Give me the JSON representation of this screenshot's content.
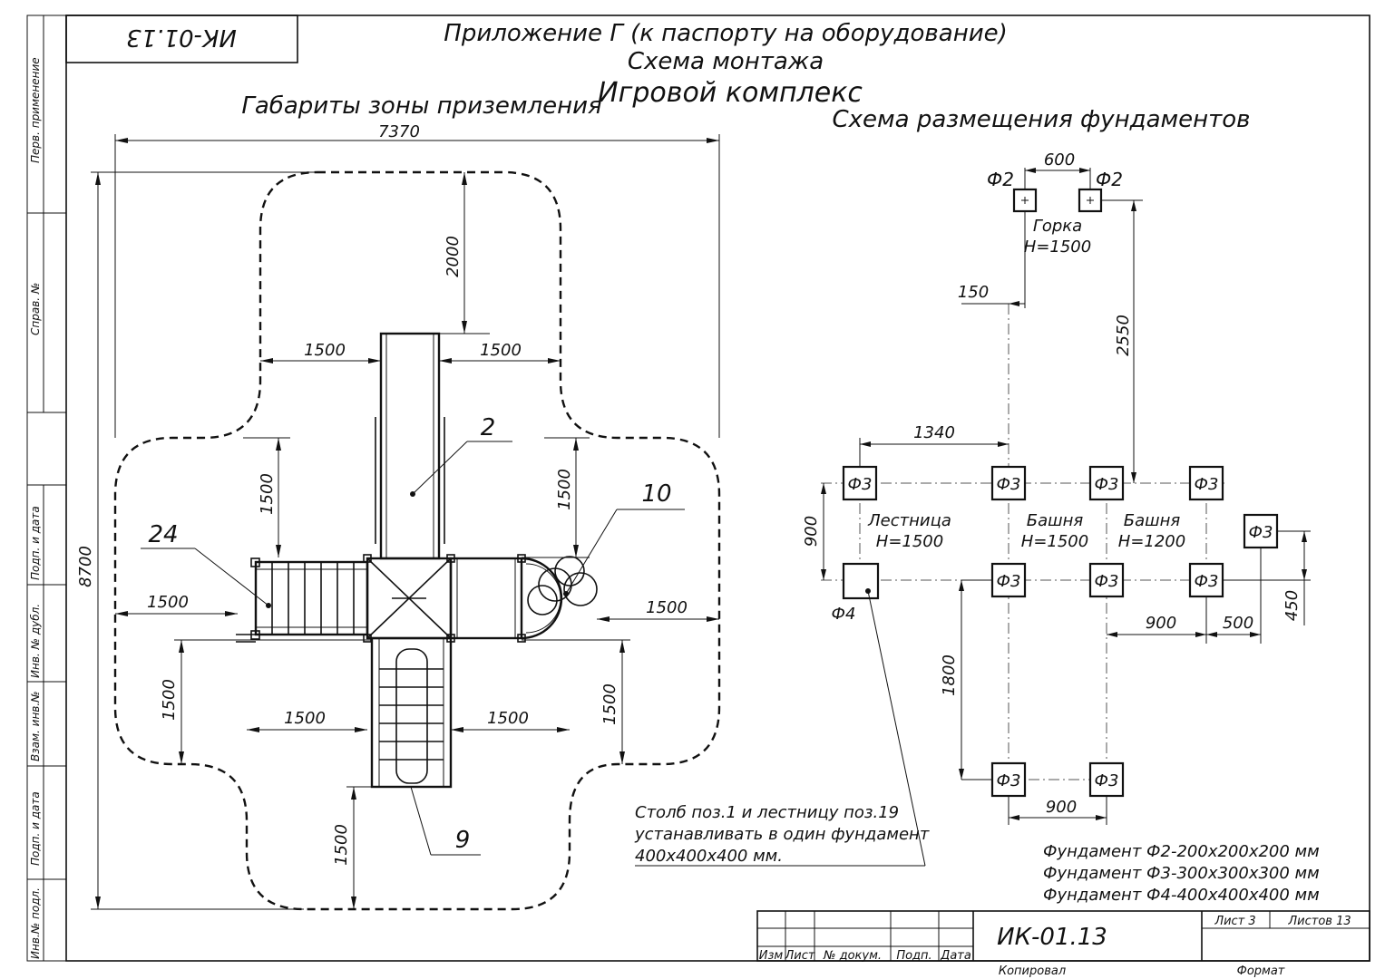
{
  "header": {
    "line1": "Приложение Г (к паспорту на оборудование)",
    "line2": "Схема монтажа",
    "line3": "Игровой комплекс",
    "code_flipped": "ИК-01.13"
  },
  "left_section": {
    "title": "Габариты зоны приземления",
    "dims": {
      "width": "7370",
      "height": "8700",
      "top": "2000",
      "d1500": "1500"
    },
    "positions": {
      "p2": "2",
      "p10": "10",
      "p24": "24",
      "p9": "9"
    },
    "note": [
      "Столб поз.1 и лестницу поз.19",
      "устанавливать в один фундамент",
      "400х400х400 мм."
    ]
  },
  "right_section": {
    "title": "Схема размещения фундаментов",
    "f2": "Ф2",
    "f3": "Ф3",
    "f4": "Ф4",
    "labels": {
      "slide": "Горка",
      "slide_h": "H=1500",
      "ladder": "Лестница",
      "ladder_h": "H=1500",
      "tower1": "Башня",
      "tower1_h": "H=1500",
      "tower2": "Башня",
      "tower2_h": "H=1200"
    },
    "dims": {
      "d600": "600",
      "d150": "150",
      "d2550": "2550",
      "d1340": "1340",
      "d900": "900",
      "d450": "450",
      "d500": "500",
      "d1800": "1800"
    },
    "legend": [
      "Фундамент Ф2-200х200х200 мм",
      "Фундамент Ф3-300х300х300 мм",
      "Фундамент Ф4-400х400х400 мм"
    ]
  },
  "side_strip": {
    "labels": [
      "Перв. применение",
      "Справ. №",
      "Подп. и дата",
      "Инв. № дубл.",
      "Взам. инв.№",
      "Подп. и дата",
      "Инв.№ подл."
    ]
  },
  "title_block": {
    "code": "ИК-01.13",
    "col_izm": "Изм",
    "col_list": "Лист",
    "col_doc": "№ докум.",
    "col_podp": "Подп.",
    "col_date": "Дата",
    "sheet": "Лист 3",
    "sheets": "Листов 13",
    "copied": "Копировал",
    "format": "Формат"
  }
}
